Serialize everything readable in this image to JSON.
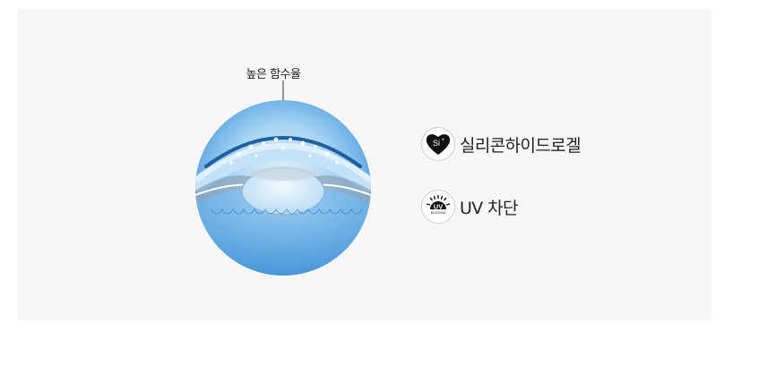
{
  "callout": {
    "text": "높은 함수율"
  },
  "features": [
    {
      "icon": "si-heart-badge-icon",
      "badge_text": "Si",
      "label": "실리콘하이드로겔"
    },
    {
      "icon": "uv-blocking-badge-icon",
      "badge_text": "UV",
      "badge_subtext": "BLOCKING",
      "label": "UV 차단"
    }
  ],
  "colors": {
    "panel_bg": "#f7f7f7",
    "eye_blue": "#5aa9e6",
    "lens_dark_blue": "#1f5f9e",
    "text": "#222222"
  }
}
